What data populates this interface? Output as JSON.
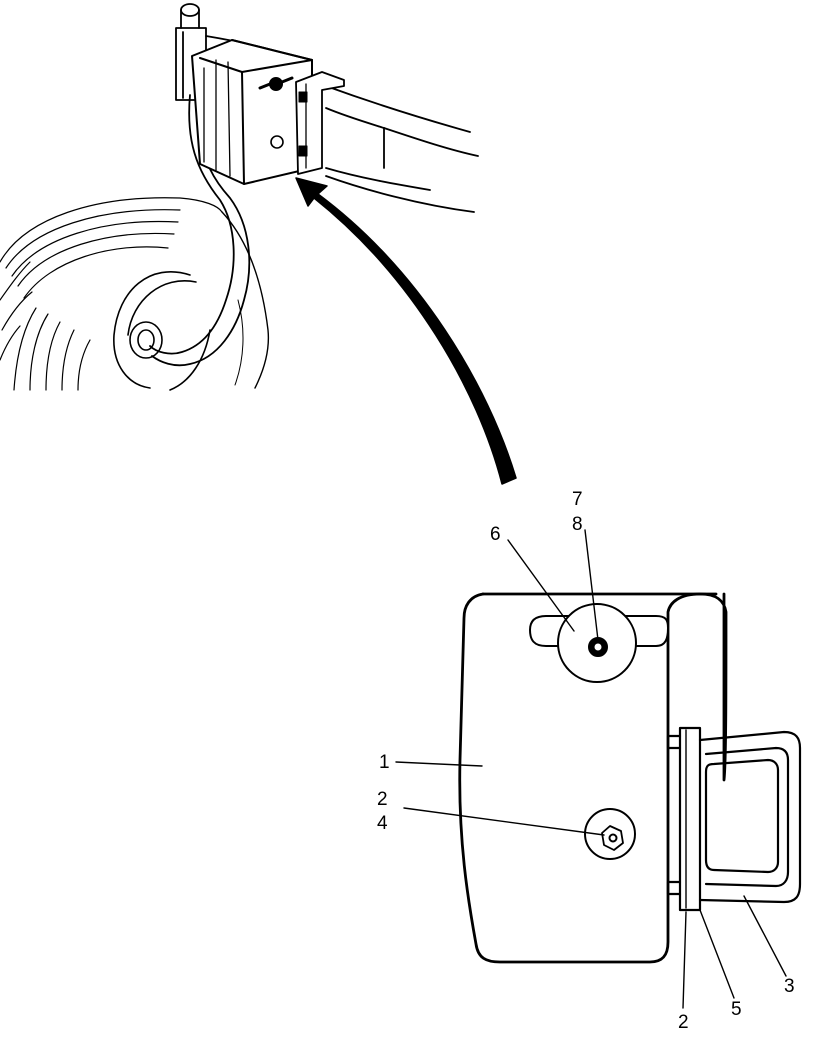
{
  "figure": {
    "callouts": {
      "c1": "1",
      "c2_top": "2",
      "c4": "4",
      "c6": "6",
      "c7": "7",
      "c8": "8",
      "c2_bottom": "2",
      "c5": "5",
      "c3": "3"
    }
  }
}
